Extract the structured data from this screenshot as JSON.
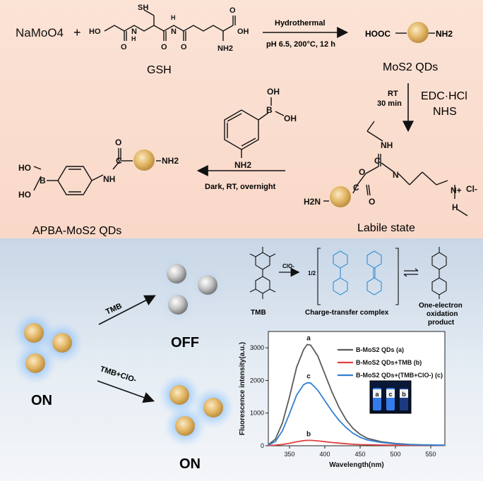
{
  "synthesis": {
    "reagent": "NaMoO4",
    "reagent_sub": "4",
    "plus": "+",
    "gsh_label": "GSH",
    "gsh_atoms": {
      "sh": "SH",
      "hooc_left": "HO",
      "o": "O",
      "nh": "N",
      "h": "H",
      "oh": "OH",
      "nh2": "NH2"
    },
    "hydrothermal": "Hydrothermal",
    "conditions": "pH 6.5, 200°C, 12 h",
    "mos2_qd_label": "MoS2 QDs",
    "qd_left": "HOOC",
    "qd_right": "NH2",
    "rt": "RT",
    "rt_time": "30 min",
    "edc": "EDC·HCl",
    "nhs": "NHS",
    "labile_label": "Labile state",
    "labile_atoms": {
      "nh": "NH",
      "c": "C",
      "n": "N",
      "o": "O",
      "cl": "Cl-",
      "nplus": "N+",
      "h": "H",
      "h2n": "H2N"
    },
    "aminophenyl": {
      "b": "B",
      "oh1": "OH",
      "oh2": "OH",
      "nh2": "NH2"
    },
    "coupling": "Dark, RT, overnight",
    "apba_label": "APBA-MoS2 QDs",
    "apba_atoms": {
      "ho1": "HO",
      "ho2": "HO",
      "b": "B",
      "nh": "NH",
      "c": "C",
      "o": "O",
      "nh2": "NH2"
    }
  },
  "detection": {
    "on_label": "ON",
    "off_label": "OFF",
    "on2_label": "ON",
    "tmb_arrow": "TMB",
    "tmb_clo_arrow": "TMB+ClO-",
    "tmb_name": "TMB",
    "clo": "ClO-",
    "half": "1/2",
    "complex_name": "Charge-transfer complex",
    "product_name_1": "One-electron",
    "product_name_2": "oxidation",
    "product_name_3": "product"
  },
  "chart_data": {
    "type": "line",
    "xlabel": "Wavelength(nm)",
    "ylabel": "Fluorescence intensity(a.u.)",
    "xlim": [
      320,
      570
    ],
    "ylim": [
      0,
      3500
    ],
    "xticks": [
      350,
      400,
      450,
      500,
      550
    ],
    "yticks": [
      0,
      1000,
      2000,
      3000
    ],
    "legend_placement": "top-right",
    "series": [
      {
        "name": "B-MoS2 QDs",
        "tag": "(a)",
        "peak_label": "a",
        "color": "#5a5a5a",
        "x": [
          320,
          330,
          340,
          350,
          360,
          370,
          375,
          380,
          390,
          400,
          410,
          420,
          430,
          440,
          450,
          460,
          480,
          500,
          520,
          540,
          570
        ],
        "y": [
          30,
          200,
          700,
          1500,
          2400,
          2950,
          3100,
          3080,
          2750,
          2200,
          1650,
          1180,
          800,
          530,
          350,
          230,
          120,
          70,
          40,
          25,
          15
        ]
      },
      {
        "name": "B-MoS2 QDs+TMB",
        "tag": "(b)",
        "peak_label": "b",
        "color": "#e04040",
        "x": [
          320,
          330,
          340,
          350,
          360,
          370,
          375,
          380,
          390,
          400,
          410,
          420,
          430,
          440,
          450,
          460,
          480,
          500,
          520,
          540,
          570
        ],
        "y": [
          10,
          20,
          40,
          75,
          120,
          155,
          165,
          165,
          150,
          125,
          100,
          80,
          60,
          45,
          35,
          30,
          22,
          18,
          14,
          12,
          10
        ]
      },
      {
        "name": "B-MoS2 QDs+(TMB+ClO-)",
        "tag": "(c)",
        "peak_label": "c",
        "color": "#2f7fd0",
        "x": [
          320,
          330,
          340,
          350,
          360,
          370,
          375,
          380,
          390,
          400,
          410,
          420,
          430,
          440,
          450,
          460,
          480,
          500,
          520,
          540,
          570
        ],
        "y": [
          25,
          130,
          460,
          980,
          1550,
          1870,
          1930,
          1920,
          1700,
          1380,
          1060,
          780,
          560,
          380,
          260,
          180,
          100,
          60,
          35,
          22,
          15
        ]
      }
    ],
    "inset_labels": [
      "a",
      "c",
      "b"
    ]
  }
}
